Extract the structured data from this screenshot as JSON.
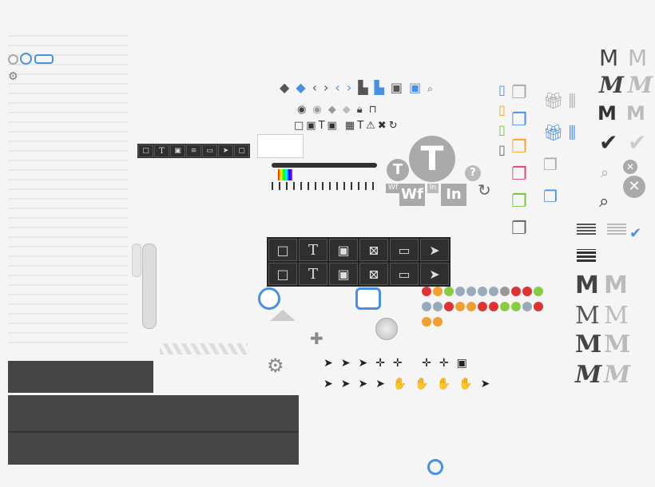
{
  "logo": {
    "big_glyph": "T",
    "small_glyph": "T",
    "labels": [
      "Wf",
      "Wf",
      "In",
      "In"
    ],
    "help": "?"
  },
  "toolbar": {
    "glyph": "T"
  },
  "fonts_panel": {
    "letters": [
      "M",
      "M",
      "M",
      "M",
      "M",
      "M"
    ]
  },
  "small_letters": [
    "M",
    "M",
    "M",
    "M",
    "M",
    "M",
    "M",
    "M"
  ],
  "colors": {
    "accent": "#4a90e2",
    "green": "#7ac143",
    "pink": "#e0457b",
    "orange": "#f5a623",
    "dark": "#444444"
  }
}
